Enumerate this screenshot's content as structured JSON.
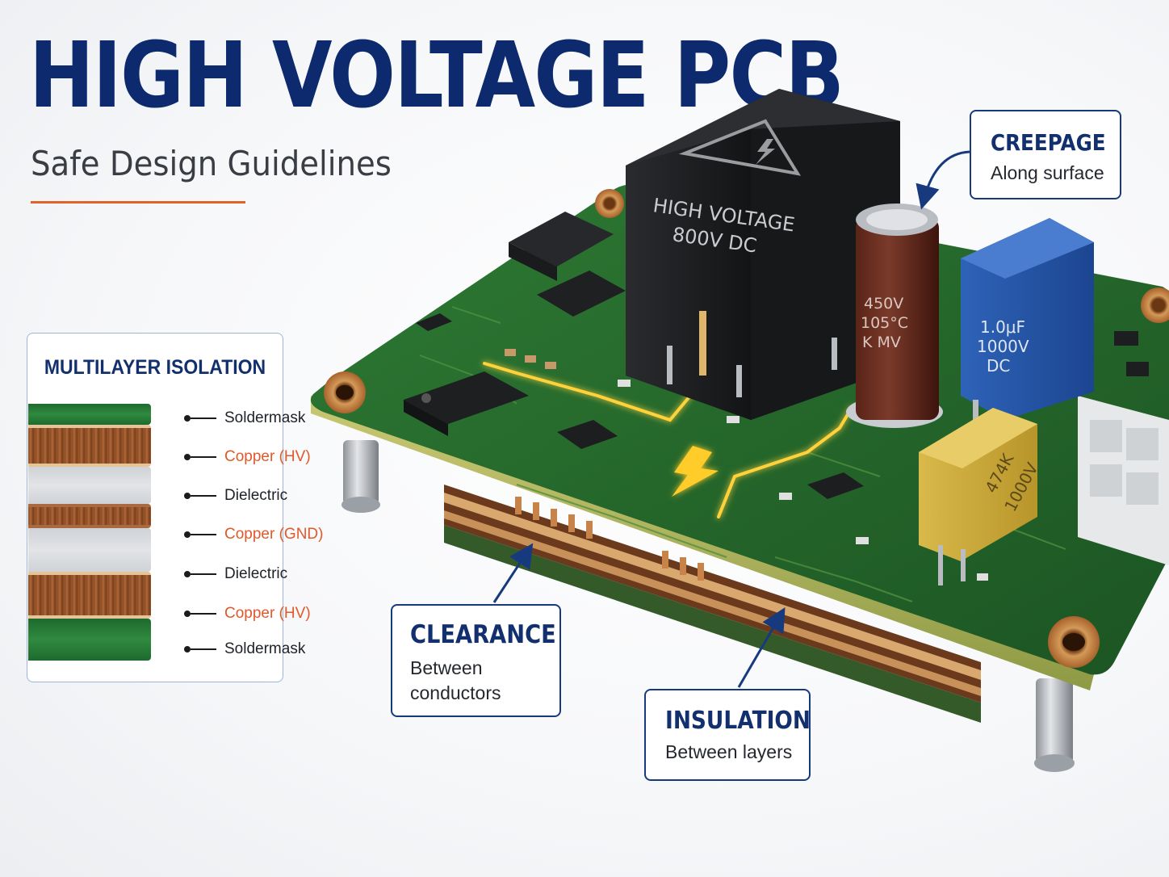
{
  "header": {
    "title": "HIGH VOLTAGE PCB",
    "subtitle": "Safe Design Guidelines"
  },
  "colors": {
    "navy": "#0d2a6e",
    "accent_orange": "#e2622b",
    "board_green": "#2a6a2e",
    "trace_glow": "#ffd23a"
  },
  "components": {
    "transformer": {
      "line1": "HIGH VOLTAGE",
      "line2": "800V DC"
    },
    "electrolytic_cap": {
      "line1": "450V",
      "line2": "105°C",
      "line3": "K MV"
    },
    "film_cap_blue": {
      "line1": "1.0μF",
      "line2": "1000V",
      "line3": "DC"
    },
    "film_cap_yellow": {
      "line1": "474K",
      "line2": "1000V"
    }
  },
  "layers_panel": {
    "title": "MULTILAYER ISOLATION",
    "layers": [
      {
        "label": "Soldermask"
      },
      {
        "label": "Copper (HV)"
      },
      {
        "label": "Dielectric"
      },
      {
        "label": "Copper (GND)"
      },
      {
        "label": "Dielectric"
      },
      {
        "label": "Copper (HV)"
      },
      {
        "label": "Soldermask"
      }
    ]
  },
  "callouts": {
    "creepage": {
      "heading": "CREEPAGE",
      "text": "Along surface"
    },
    "clearance": {
      "heading": "CLEARANCE",
      "text": "Between conductors"
    },
    "insulation": {
      "heading": "INSULATION",
      "text": "Between layers"
    }
  }
}
